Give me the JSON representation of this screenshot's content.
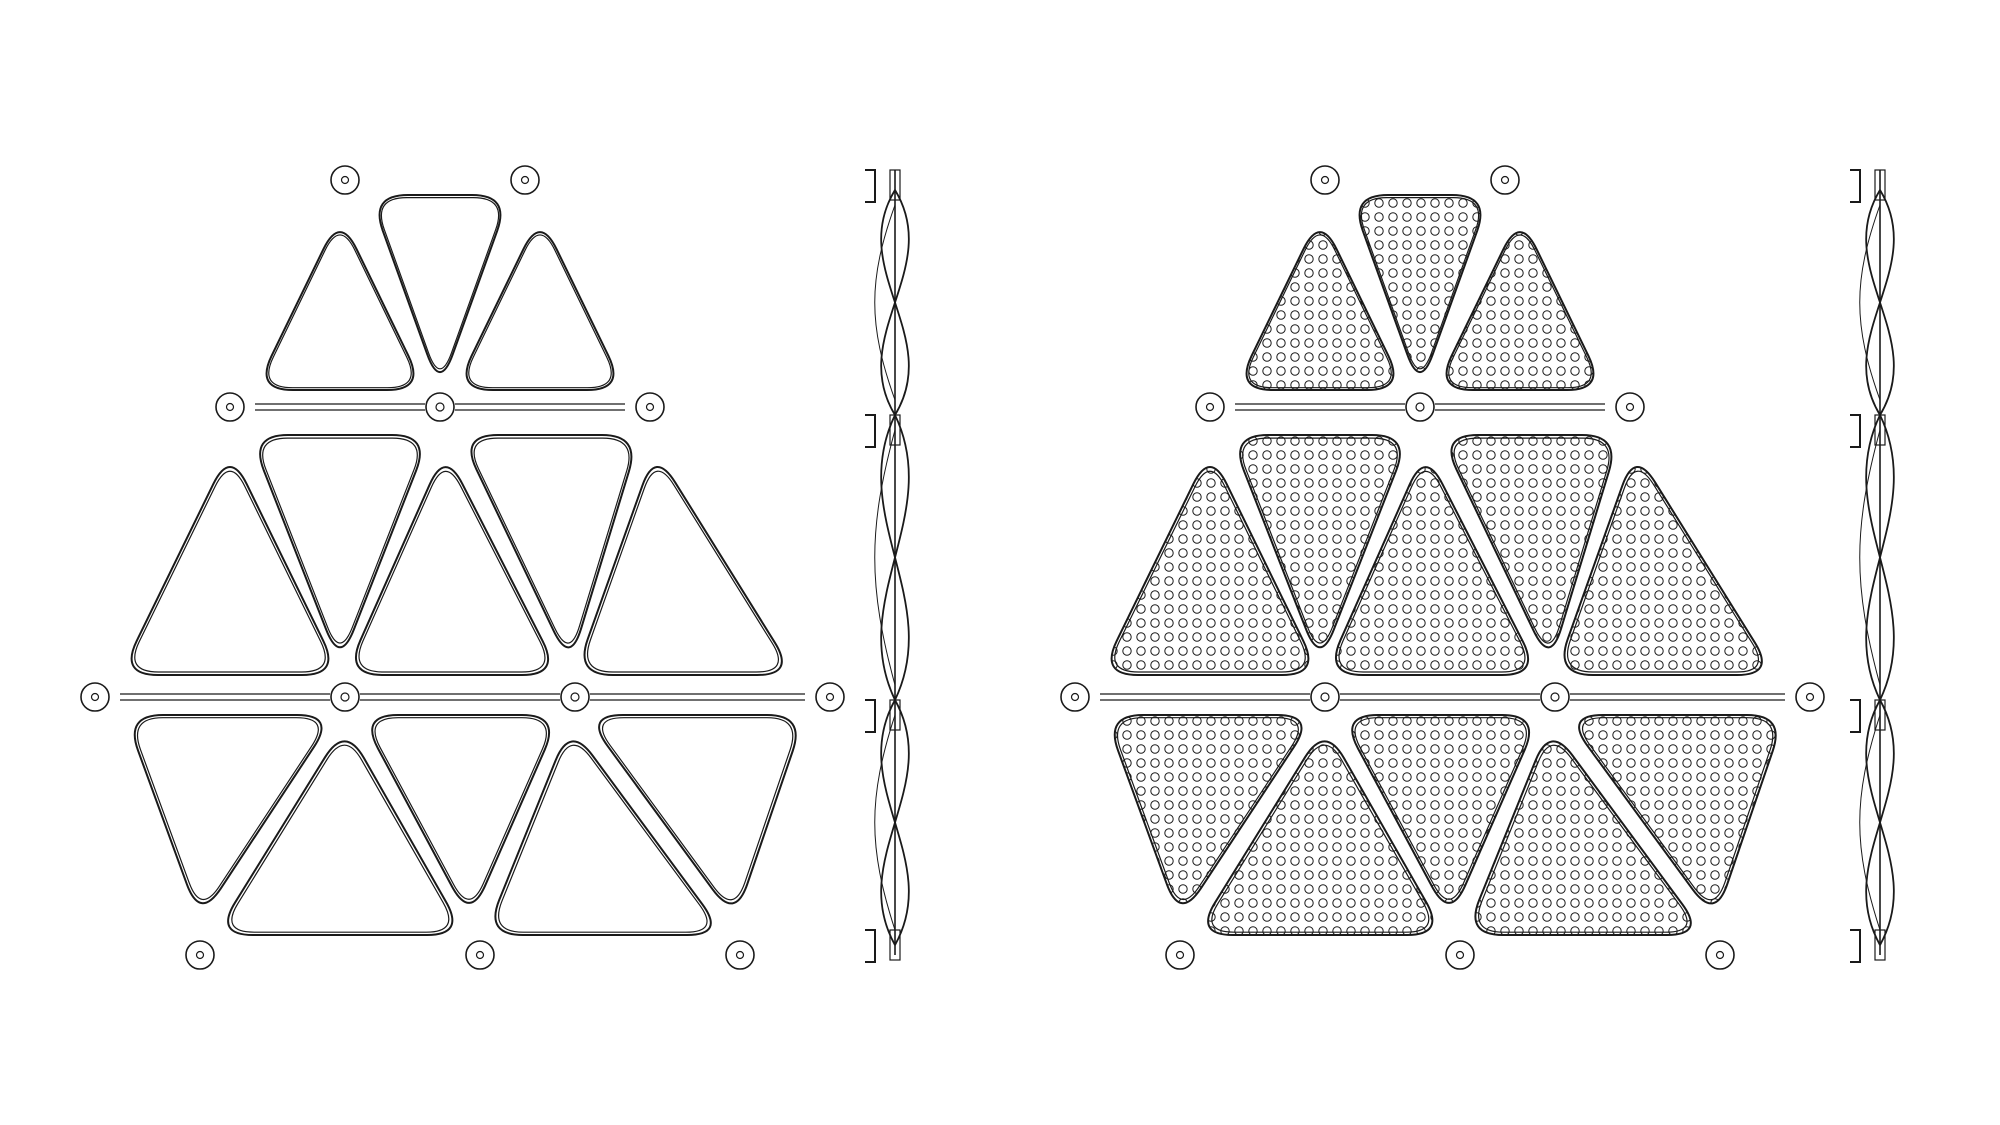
{
  "figure": {
    "background": "#ffffff",
    "line_color": "#1a1a1a",
    "panels": [
      {
        "name": "open-frame",
        "perforated": false
      },
      {
        "name": "open-frame-side",
        "perforated": false
      },
      {
        "name": "perforated-panels",
        "perforated": true
      },
      {
        "name": "perforated-panels-side",
        "perforated": true
      }
    ]
  }
}
